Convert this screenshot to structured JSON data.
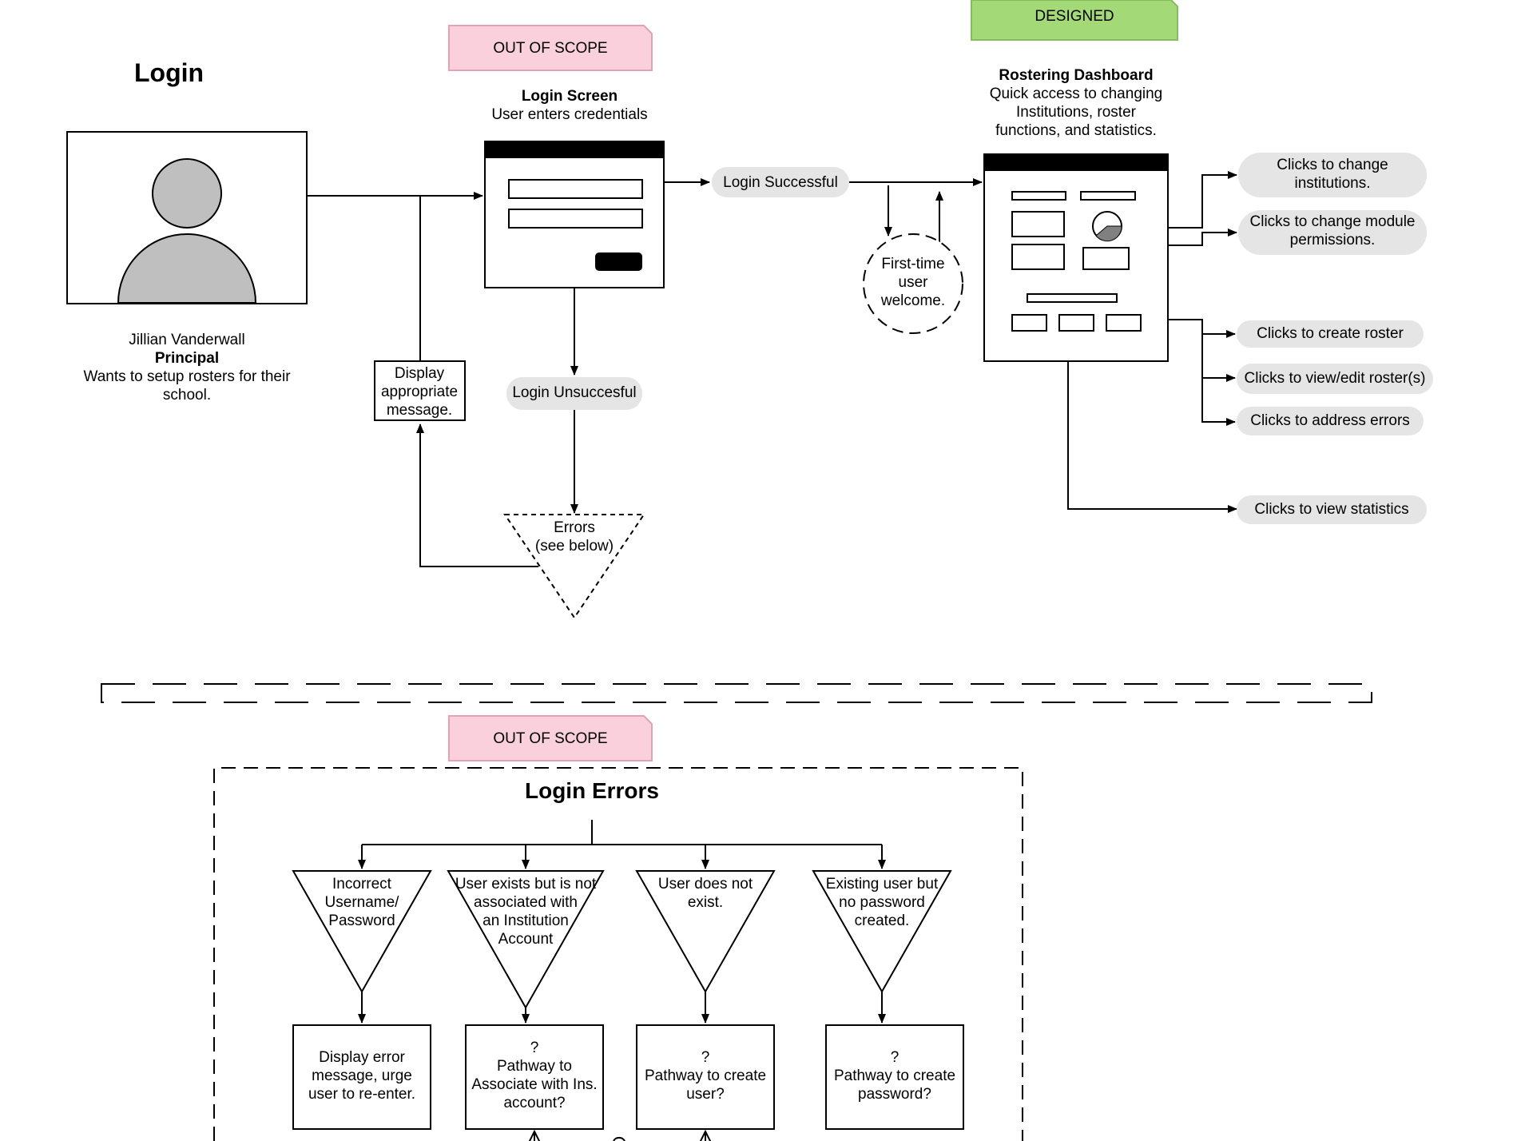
{
  "title": "Login",
  "badges": {
    "out_of_scope_top": "OUT OF SCOPE",
    "designed": "DESIGNED",
    "out_of_scope_bottom": "OUT OF SCOPE"
  },
  "persona": {
    "name": "Jillian Vanderwall",
    "role": "Principal",
    "goal_line1": "Wants to setup rosters for their",
    "goal_line2": "school."
  },
  "login_screen": {
    "title": "Login Screen",
    "subtitle": "User enters credentials"
  },
  "dashboard": {
    "title": "Rostering Dashboard",
    "desc_line1": "Quick access to changing",
    "desc_line2": "Institutions, roster",
    "desc_line3": "functions, and statistics."
  },
  "flow": {
    "login_successful": "Login Successful",
    "login_unsuccessful": "Login Unsuccesful",
    "first_time_line1": "First-time",
    "first_time_line2": "user",
    "first_time_line3": "welcome.",
    "display_msg_line1": "Display",
    "display_msg_line2": "appropriate",
    "display_msg_line3": "message.",
    "errors_line1": "Errors",
    "errors_line2": "(see below)"
  },
  "actions": {
    "change_inst_line1": "Clicks to change",
    "change_inst_line2": "institutions.",
    "change_mod_line1": "Clicks to change module",
    "change_mod_line2": "permissions.",
    "create_roster": "Clicks to create roster",
    "view_edit_roster": "Clicks to view/edit roster(s)",
    "address_errors": "Clicks to address errors",
    "view_stats": "Clicks to view statistics"
  },
  "errors_section": {
    "title": "Login Errors",
    "e1_l1": "Incorrect",
    "e1_l2": "Username/",
    "e1_l3": "Password",
    "e2_l1": "User exists but is not",
    "e2_l2": "associated with",
    "e2_l3": "an Institution",
    "e2_l4": "Account",
    "e3_l1": "User does not",
    "e3_l2": "exist.",
    "e4_l1": "Existing user but",
    "e4_l2": "no password",
    "e4_l3": "created.",
    "r1_l1": "Display error",
    "r1_l2": "message, urge",
    "r1_l3": "user to re-enter.",
    "r2_l1": "?",
    "r2_l2": "Pathway to",
    "r2_l3": "Associate with Ins.",
    "r2_l4": "account?",
    "r3_l1": "?",
    "r3_l2": "Pathway to create",
    "r3_l3": "user?",
    "r4_l1": "?",
    "r4_l2": "Pathway to create",
    "r4_l3": "password?"
  }
}
